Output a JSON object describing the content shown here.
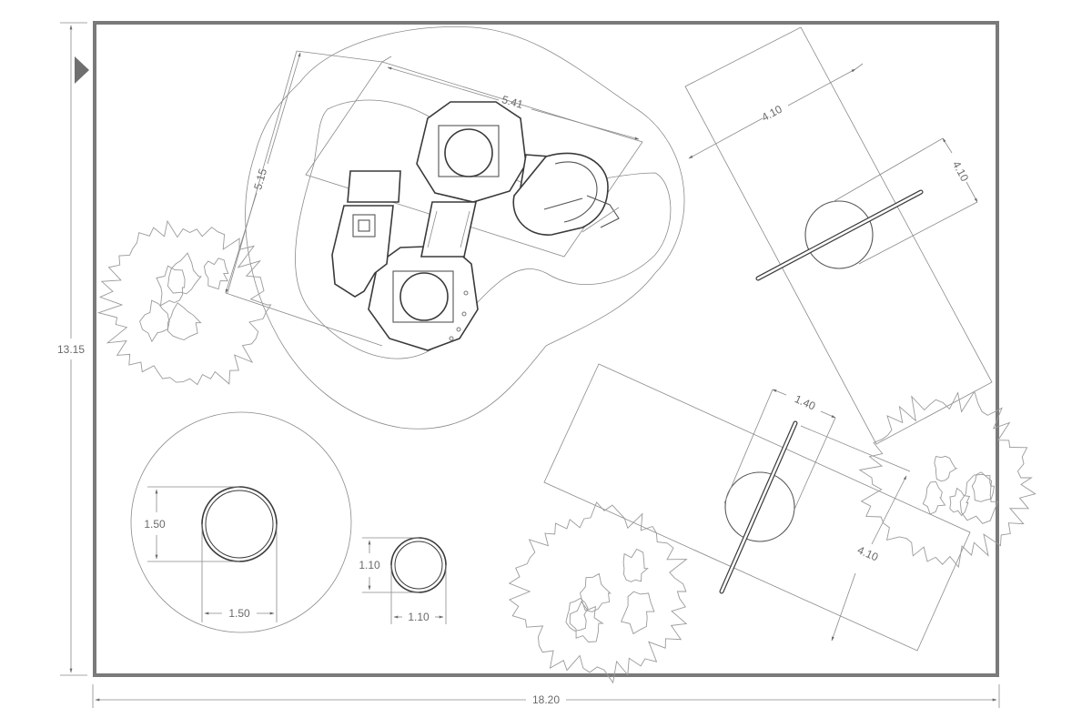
{
  "colors": {
    "border": "#7a7a7a",
    "line": "#8a8a8a",
    "text": "#6a6a6a",
    "marker": "#6f6f6f"
  },
  "icons": {
    "north_marker": "triangle-marker-icon",
    "tree": "tree-canopy-icon"
  },
  "dimensions": {
    "overall_width": "18.20",
    "overall_height": "13.15",
    "play_structure_length": "5.41",
    "play_structure_width": "5.15",
    "swing_top_length": "4.10",
    "swing_top_width": "4.10",
    "swing_bottom_seat": "1.40",
    "swing_bottom_length": "4.10",
    "large_pad_height": "1.50",
    "large_pad_width": "1.50",
    "small_pad_height": "1.10",
    "small_pad_width": "1.10"
  }
}
